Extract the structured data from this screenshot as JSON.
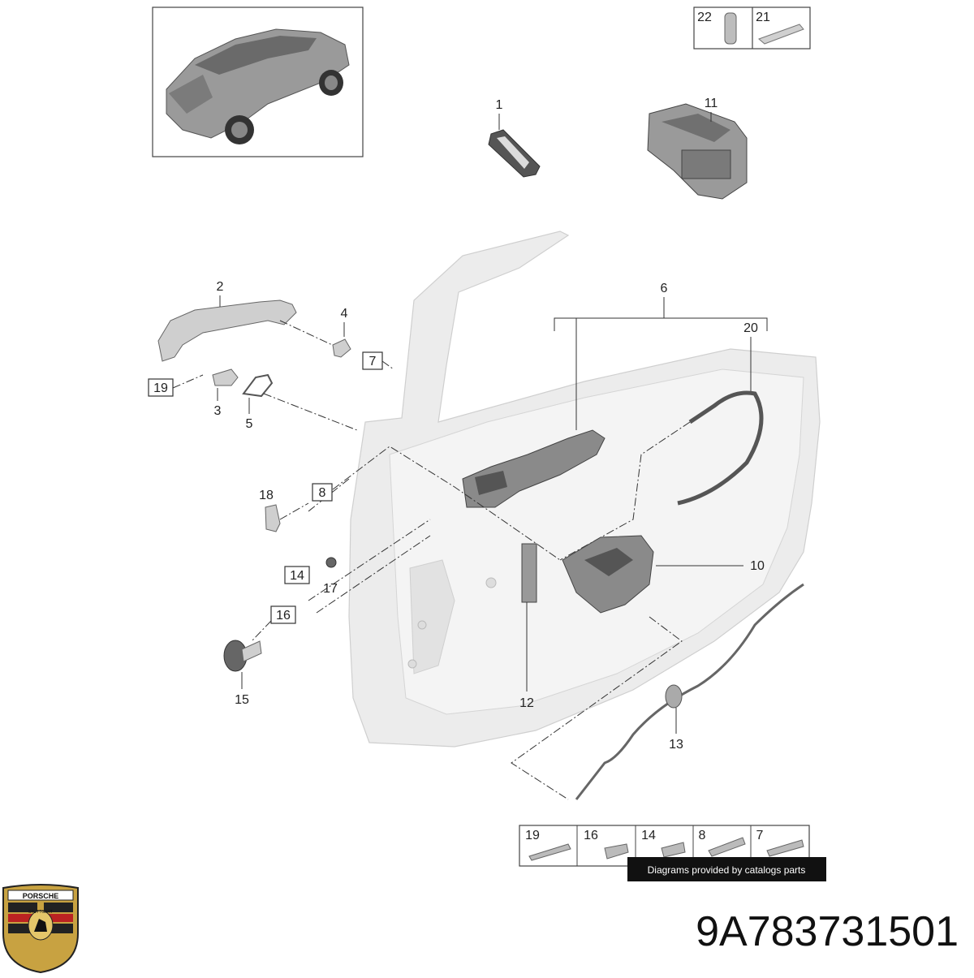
{
  "callouts": {
    "c1": "1",
    "c2": "2",
    "c3": "3",
    "c4": "4",
    "c5": "5",
    "c6": "6",
    "c7": "7",
    "c8": "8",
    "c10": "10",
    "c11": "11",
    "c12": "12",
    "c13": "13",
    "c14": "14",
    "c15": "15",
    "c16": "16",
    "c17": "17",
    "c18": "18",
    "c19": "19",
    "c20": "20",
    "c21": "21",
    "c22": "22"
  },
  "consumables": [
    "22",
    "21"
  ],
  "hardware_legend": [
    "19",
    "16",
    "14",
    "8",
    "7"
  ],
  "credit": "Diagrams provided by catalogs parts",
  "part_number": "9A783731501",
  "logo": {
    "name": "Porsche crest",
    "text": [
      "PORSCHE",
      "STUTTGART"
    ]
  }
}
